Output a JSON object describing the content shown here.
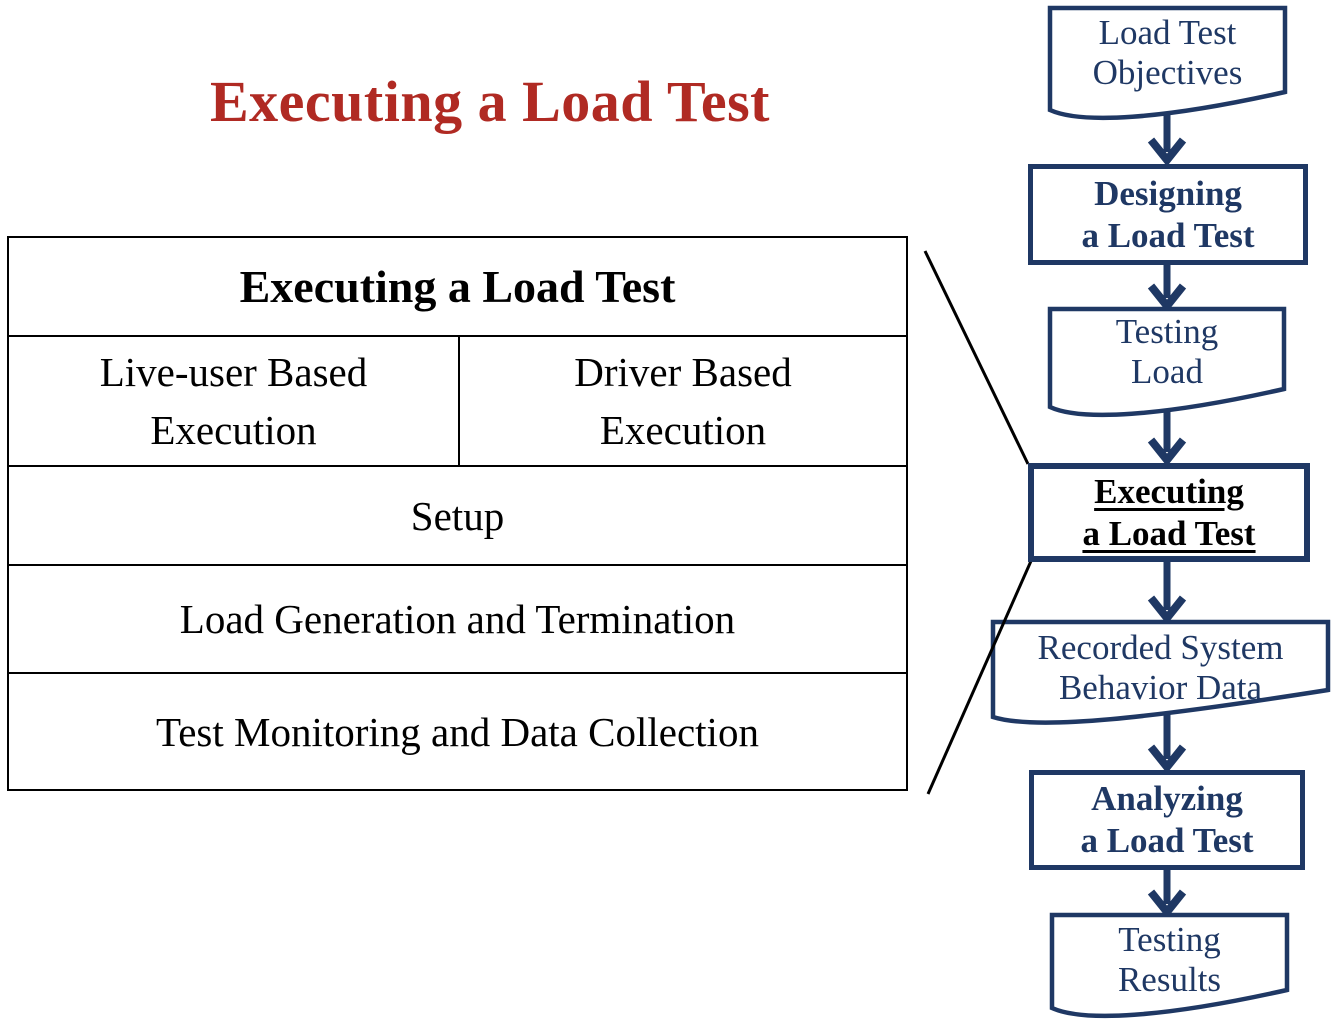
{
  "slide": {
    "title": "Executing a Load Test"
  },
  "colors": {
    "title_red": "#B02A23",
    "flow_navy": "#1F3864",
    "table_line_black": "#000000"
  },
  "table": {
    "header": "Executing a Load Test",
    "execution_columns": [
      {
        "label": "Live-user Based\nExecution"
      },
      {
        "label": "Driver Based\nExecution"
      }
    ],
    "phase_rows": [
      {
        "label": "Setup"
      },
      {
        "label": "Load Generation and Termination"
      },
      {
        "label": "Test Monitoring and Data Collection"
      }
    ]
  },
  "flowchart": {
    "nodes": [
      {
        "id": "load-test-objectives",
        "type": "document",
        "label": "Load Test\nObjectives"
      },
      {
        "id": "designing-a-load-test",
        "type": "process",
        "label": "Designing\na Load Test"
      },
      {
        "id": "testing-load",
        "type": "document",
        "label": "Testing\nLoad"
      },
      {
        "id": "executing-a-load-test",
        "type": "process",
        "highlighted": true,
        "label": "Executing\na Load Test"
      },
      {
        "id": "recorded-system-behavior-data",
        "type": "document",
        "label": "Recorded System\nBehavior Data"
      },
      {
        "id": "analyzing-a-load-test",
        "type": "process",
        "label": "Analyzing\na Load Test"
      },
      {
        "id": "testing-results",
        "type": "document",
        "label": "Testing\nResults"
      }
    ]
  }
}
